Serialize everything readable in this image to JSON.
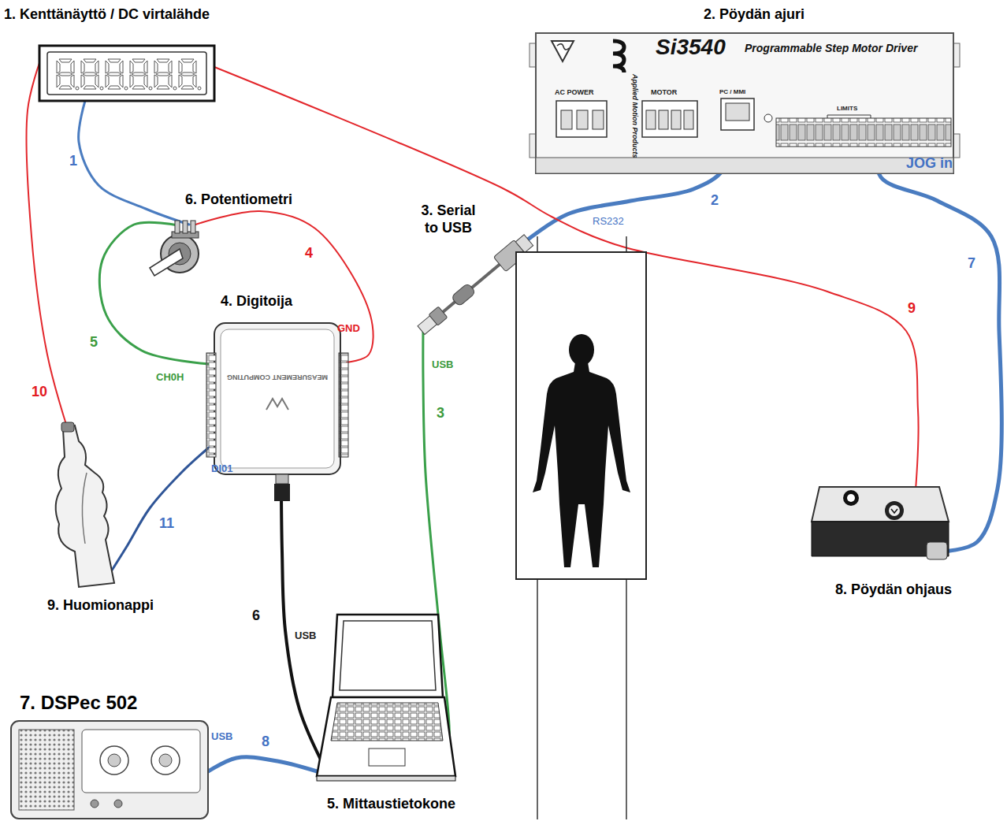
{
  "diagram": {
    "nodes": [
      {
        "text": [
          "1. Kenttänäyttö / DC virtalähde"
        ]
      },
      {
        "text": [
          "2. Pöydän ajuri"
        ]
      },
      {
        "text": [
          "3. Serial to USB"
        ]
      },
      {
        "text": [
          "4. Digitoija"
        ]
      },
      {
        "text": [
          "5. Mittaustietokone"
        ]
      },
      {
        "text": [
          "6. Potentiometri"
        ]
      },
      {
        "text": [
          "7. DSPec 502"
        ]
      },
      {
        "text": [
          "8. Pöydän ohjaus"
        ]
      },
      {
        "text": [
          "9. Huomionappi"
        ]
      }
    ],
    "edges": [
      {
        "from": 0,
        "to": 5,
        "arrow": "none",
        "label": "1"
      },
      {
        "from": 1,
        "to": 2,
        "arrow": "none",
        "label": "2"
      },
      {
        "from": 2,
        "to": 4,
        "arrow": "none",
        "label": "3"
      },
      {
        "from": 5,
        "to": 3,
        "arrow": "none",
        "label": "4"
      },
      {
        "from": 5,
        "to": 3,
        "arrow": "none",
        "label": "5"
      },
      {
        "from": 3,
        "to": 4,
        "arrow": "none",
        "label": "6"
      },
      {
        "from": 1,
        "to": 7,
        "arrow": "none",
        "label": "7"
      },
      {
        "from": 6,
        "to": 4,
        "arrow": "none",
        "label": "8"
      },
      {
        "from": 0,
        "to": 7,
        "arrow": "none",
        "label": "9"
      },
      {
        "from": 0,
        "to": 8,
        "arrow": "none",
        "label": "10"
      },
      {
        "from": 3,
        "to": 8,
        "arrow": "none",
        "label": "11"
      }
    ],
    "labels": [
      "Si3540",
      "Programmable Step Motor Driver",
      "AC POWER",
      "MOTOR",
      "PC / MMI",
      "LIMITS",
      "Applied Motion Products",
      "RS232",
      "JOG in",
      "USB",
      "CH0H",
      "GND",
      "DI01",
      "MEASUREMENT COMPUTING",
      "USB",
      "USB"
    ]
  }
}
